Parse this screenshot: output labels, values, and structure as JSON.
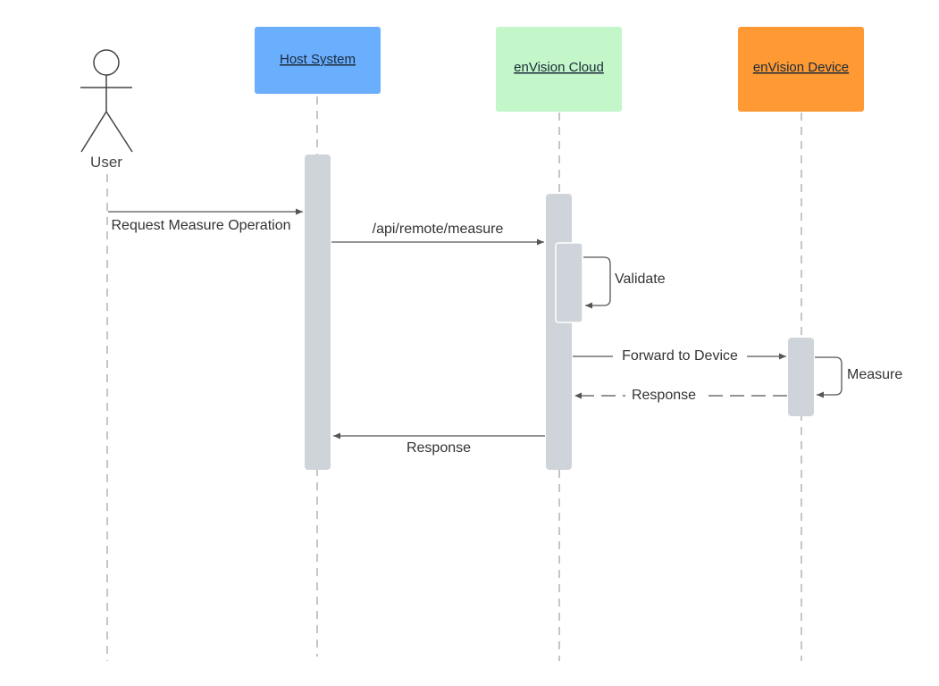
{
  "actor": {
    "label": "User"
  },
  "participants": [
    {
      "id": "host",
      "label": "Host System",
      "color": "#6aaefe"
    },
    {
      "id": "cloud",
      "label": "enVision Cloud",
      "color": "#c3f6c9"
    },
    {
      "id": "device",
      "label": "enVision Device",
      "color": "#ff9933"
    }
  ],
  "messages": [
    {
      "from": "user",
      "to": "host",
      "label": "Request Measure Operation",
      "style": "solid"
    },
    {
      "from": "host",
      "to": "cloud",
      "label": "/api/remote/measure",
      "style": "solid"
    },
    {
      "from": "cloud",
      "to": "cloud",
      "label": "Validate",
      "style": "self"
    },
    {
      "from": "cloud",
      "to": "device",
      "label": "Forward to Device",
      "style": "solid"
    },
    {
      "from": "device",
      "to": "device",
      "label": "Measure",
      "style": "self"
    },
    {
      "from": "device",
      "to": "cloud",
      "label": "Response",
      "style": "dashed"
    },
    {
      "from": "cloud",
      "to": "host",
      "label": "Response",
      "style": "solid"
    }
  ],
  "colors": {
    "activation": "#cfd4db",
    "lifeline": "#b3b3b3",
    "arrow": "#555555"
  }
}
